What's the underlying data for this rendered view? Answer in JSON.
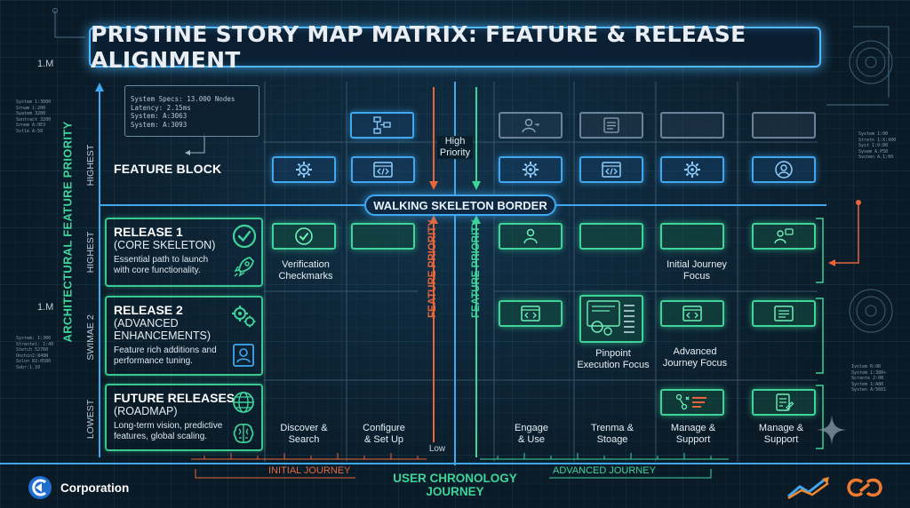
{
  "title": "PRISTINE STORY MAP MATRIX: FEATURE & RELEASE ALIGNMENT",
  "y_axis_label": "ARCHITECTURAL FEATURE PRIORITY",
  "lane_labels": {
    "highest_top": "HIGHEST",
    "highest": "HIGHEST",
    "swimlane2": "SWIMAE 2",
    "lowest": "LOWEST"
  },
  "scale_labels": {
    "top": "1.M",
    "mid": "1.M"
  },
  "system_specs": "System Specs: 13.000 Nodes\nLatency: 2.15ms\nSystem: A:3063\nSystem: A:3093",
  "feature_block_label": "FEATURE BLOCK",
  "walking_skeleton_label": "WALKING SKELETON BORDER",
  "high_priority_label": "High\nPriority",
  "low_label": "Low",
  "feature_priority_label": "FEATURE PRIORITY",
  "releases": [
    {
      "title": "RELEASE 1",
      "subtitle": "(CORE SKELETON)",
      "description": "Essential path to launch\nwith core functionality.",
      "icons": [
        "check-circle-icon",
        "rocket-icon"
      ]
    },
    {
      "title": "RELEASE 2",
      "subtitle": "(ADVANCED\nENHANCEMENTS)",
      "description": "Feature rich additions and\nperformance tuning.",
      "icons": [
        "gears-icon",
        "person-card-icon"
      ]
    },
    {
      "title": "FUTURE RELEASES",
      "subtitle": "(ROADMAP)",
      "description": "Long-term vision, predictive\nfeatures, global scaling.",
      "icons": [
        "globe-icon",
        "brain-icon"
      ]
    }
  ],
  "card_captions": {
    "verification": "Verification\nCheckmarks",
    "initial_focus": "Initial Journey\nFocus",
    "pinpoint": "Pinpoint\nExecution Focus",
    "advanced_focus": "Advanced\nJourney Focus"
  },
  "journey_steps": [
    "Discover &\nSearch",
    "Configure\n& Set Up",
    "Engage\n& Use",
    "Trenma &\nStoage",
    "Manage &\nSupport",
    "Manage &\nSupport"
  ],
  "initial_journey_label": "INITIAL JOURNEY",
  "advanced_journey_label": "ADVANCED JOURNEY",
  "x_axis_label": "USER CHRONOLOGY JOURNEY",
  "brand": {
    "name": "Corporation"
  },
  "colors": {
    "blue": "#3fa8f0",
    "green": "#3ed49a",
    "orange": "#e8653a",
    "background": "#0a1a26"
  }
}
